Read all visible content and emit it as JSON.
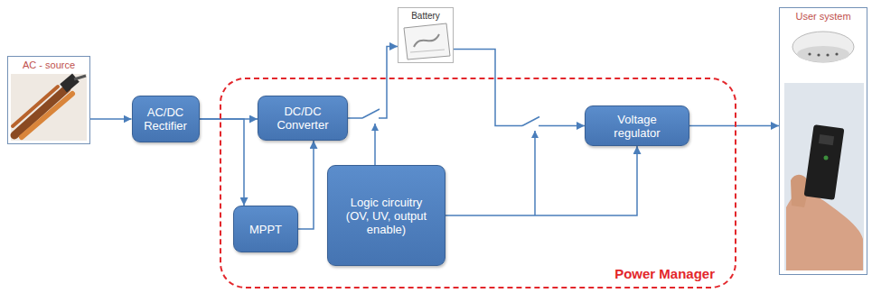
{
  "diagram": {
    "nodes": [
      {
        "text": [
          "AC - source"
        ]
      },
      {
        "text": [
          "AC/DC Rectifier"
        ]
      },
      {
        "text": [
          "Power Manager"
        ]
      },
      {
        "text": [
          "DC/DC Converter"
        ],
        "in": 2
      },
      {
        "text": [
          "MPPT"
        ],
        "in": 2
      },
      {
        "text": [
          "Logic circuitry (OV, UV, output enable)"
        ],
        "in": 2
      },
      {
        "text": [
          "Voltage regulator"
        ],
        "in": 2
      },
      {
        "text": [
          "Battery"
        ]
      },
      {
        "text": [
          "User system"
        ]
      }
    ],
    "edges": [
      {
        "from": 0,
        "to": 1,
        "arrow": "to"
      },
      {
        "from": 1,
        "to": 3,
        "arrow": "to"
      },
      {
        "from": 1,
        "to": 4,
        "arrow": "to"
      },
      {
        "from": 4,
        "to": 3,
        "arrow": "to"
      },
      {
        "from": 3,
        "to": 7,
        "arrow": "to"
      },
      {
        "from": 7,
        "to": 6,
        "arrow": "to"
      },
      {
        "from": 5,
        "to": 6,
        "arrow": "to"
      },
      {
        "from": 6,
        "to": 8,
        "arrow": "to"
      }
    ]
  }
}
